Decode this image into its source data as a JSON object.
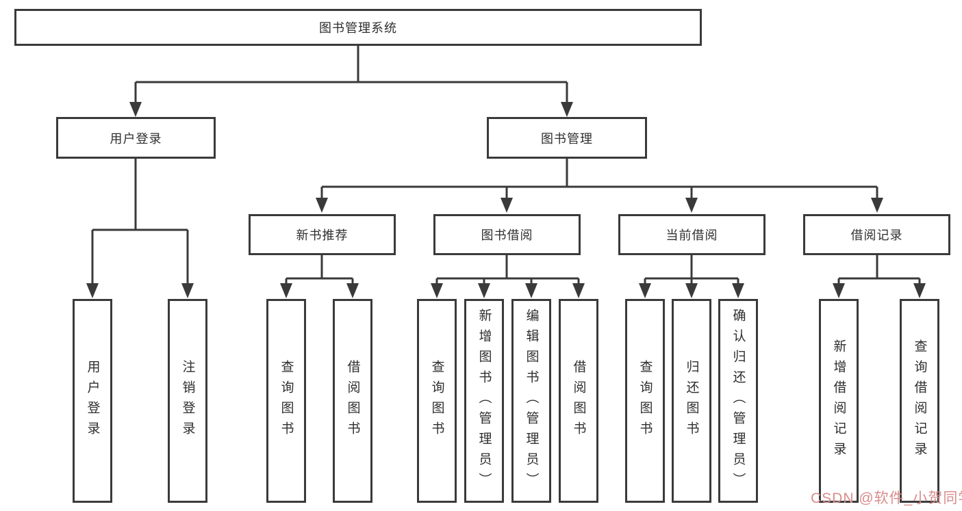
{
  "diagram": {
    "title": "图书管理系统",
    "level2": [
      {
        "label": "用户登录"
      },
      {
        "label": "图书管理"
      }
    ],
    "login_children": [
      "用户登录",
      "注销登录"
    ],
    "sections": [
      {
        "label": "新书推荐",
        "children": [
          "查询图书",
          "借阅图书"
        ]
      },
      {
        "label": "图书借阅",
        "children": [
          "查询图书",
          "新增图书（管理员）",
          "编辑图书（管理员）",
          "借阅图书"
        ]
      },
      {
        "label": "当前借阅",
        "children": [
          "查询图书",
          "归还图书",
          "确认归还（管理员）"
        ]
      },
      {
        "label": "借阅记录",
        "children": [
          "新增借阅记录",
          "查询借阅记录"
        ]
      }
    ]
  },
  "watermark": {
    "text": "CSDN @软件_小贺同学"
  },
  "colors": {
    "line": "#3A3A3A",
    "background": "#FFFFFF",
    "text": "#2E2E2E",
    "watermark": "#D98C8C"
  }
}
